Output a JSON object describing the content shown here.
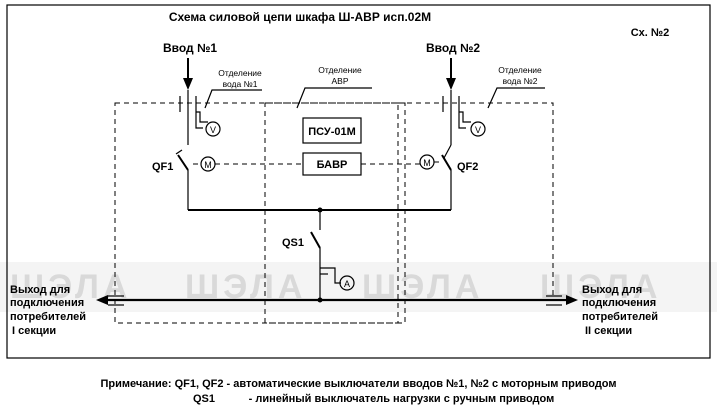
{
  "title": "Схема силовой цепи шкафа Ш-АВР исп.02М",
  "scheme_no": "Сх. №2",
  "inputs": {
    "left": "Ввод №1",
    "right": "Ввод №2"
  },
  "compartments": {
    "left": [
      "Отделение",
      "вода №1"
    ],
    "center": [
      "Отделение",
      "АВР"
    ],
    "right": [
      "Отделение",
      "вода №2"
    ]
  },
  "devices": {
    "psu": "ПСУ-01М",
    "bavr": "БАВР",
    "qf1": "QF1",
    "qf2": "QF2",
    "qs1": "QS1"
  },
  "meters": {
    "voltmeter": "V",
    "motor": "M",
    "ammeter": "A"
  },
  "outputs": {
    "left": [
      "Выход для",
      "подключения",
      "потребителей",
      "I секции"
    ],
    "right": [
      "Выход для",
      "подключения",
      "потребителей",
      "II секции"
    ]
  },
  "watermark": "ШЭЛА",
  "notes": {
    "line1": "Примечание: QF1, QF2 - автоматические выключатели вводов №1, №2 с моторным приводом",
    "line2": "QS1           - линейный выключатель нагрузки с ручным приводом"
  }
}
